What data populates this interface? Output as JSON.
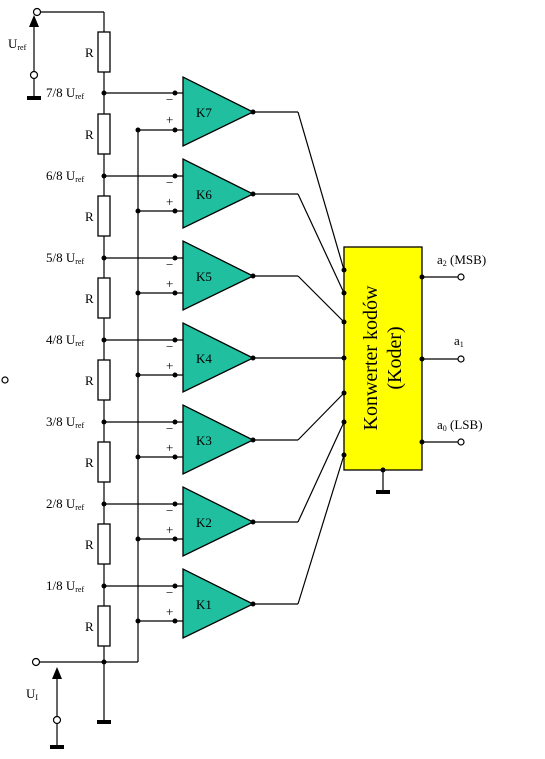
{
  "uref": {
    "main": "U",
    "sub": "ref"
  },
  "ui": {
    "main": "U",
    "sub": "I"
  },
  "resistor_label": "R",
  "taps": [
    {
      "frac": "7/8 U",
      "sub": "ref",
      "comparator": "K7"
    },
    {
      "frac": "6/8 U",
      "sub": "ref",
      "comparator": "K6"
    },
    {
      "frac": "5/8 U",
      "sub": "ref",
      "comparator": "K5"
    },
    {
      "frac": "4/8 U",
      "sub": "ref",
      "comparator": "K4"
    },
    {
      "frac": "3/8 U",
      "sub": "ref",
      "comparator": "K3"
    },
    {
      "frac": "2/8 U",
      "sub": "ref",
      "comparator": "K2"
    },
    {
      "frac": "1/8 U",
      "sub": "ref",
      "comparator": "K1"
    }
  ],
  "minus_sign": "−",
  "plus_sign": "+",
  "coder": {
    "line1": "Konwerter kodów",
    "line2": "(Koder)",
    "fill": "#ffff00"
  },
  "comparator_fill": "#1fbfa0",
  "outputs": [
    {
      "main": "a",
      "sub": "2",
      "note": " (MSB)"
    },
    {
      "main": "a",
      "sub": "1",
      "note": ""
    },
    {
      "main": "a",
      "sub": "0",
      "note": " (LSB)"
    }
  ]
}
